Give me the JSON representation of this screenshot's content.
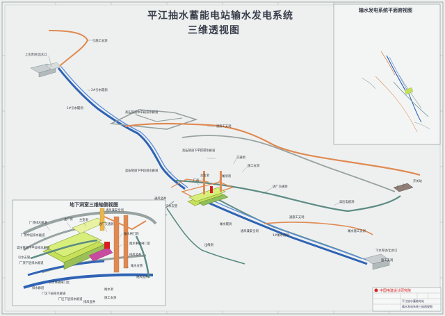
{
  "title": {
    "line1": "平江抽水蓄能电站输水发电系统",
    "line2": "三维透视图"
  },
  "insets": {
    "plan_title": "输水发电系统平面俯视图",
    "axis_title": "地下洞室三维轴侧视图"
  },
  "labels": {
    "main": [
      "引施工支洞",
      "上水库进/出水口",
      "2#引水隧洞",
      "1#引水隧洞",
      "高压管道中平段排水廊道",
      "通施工支洞",
      "高压管道下平段排水廊道",
      "高压管道下平段排水廊道",
      "主变洞",
      "尾闸洞",
      "厂房",
      "交通洞",
      "施工支洞",
      "通风竖井",
      "引水支管",
      "进厂交通洞",
      "高压电缆洞",
      "通施工支洞",
      "尾水隧洞",
      "通风兼安全洞",
      "1#尾水隧洞",
      "尾水施工支洞",
      "下水库进/出水口",
      "出线洞",
      "开关站",
      "施工支洞"
    ],
    "axis": [
      "通风兼安全洞",
      "主变洞",
      "主厂房",
      "进厂交通洞",
      "厂顶排水廊道",
      "厂顶中层排水廊道",
      "高压管道下平段排水廊道",
      "尾水闸门洞",
      "厂顶下层排水廊道",
      "引水支管",
      "尾水事故闸门室",
      "引水事故闸门室",
      "排风竖井",
      "排水廊道",
      "厂区下层排水廊道",
      "厂区下层排水廊道",
      "尾水洞",
      "尾水支管",
      "通风竖井",
      "施工支洞",
      "排风竖井"
    ]
  },
  "title_block": {
    "company": "中国电建设计研究院",
    "line2": "平江抽水蓄能电站",
    "line3": "输水发电系统三维透视图"
  },
  "colors": {
    "background": "#eef0ef",
    "tunnel_blue": "#2f63b5",
    "tunnel_green": "#5d8c84",
    "tunnel_orange": "#e08a52",
    "tunnel_gray": "#98a3a1",
    "cavern_green": "#c6e05a",
    "accent_red": "#d62020"
  }
}
